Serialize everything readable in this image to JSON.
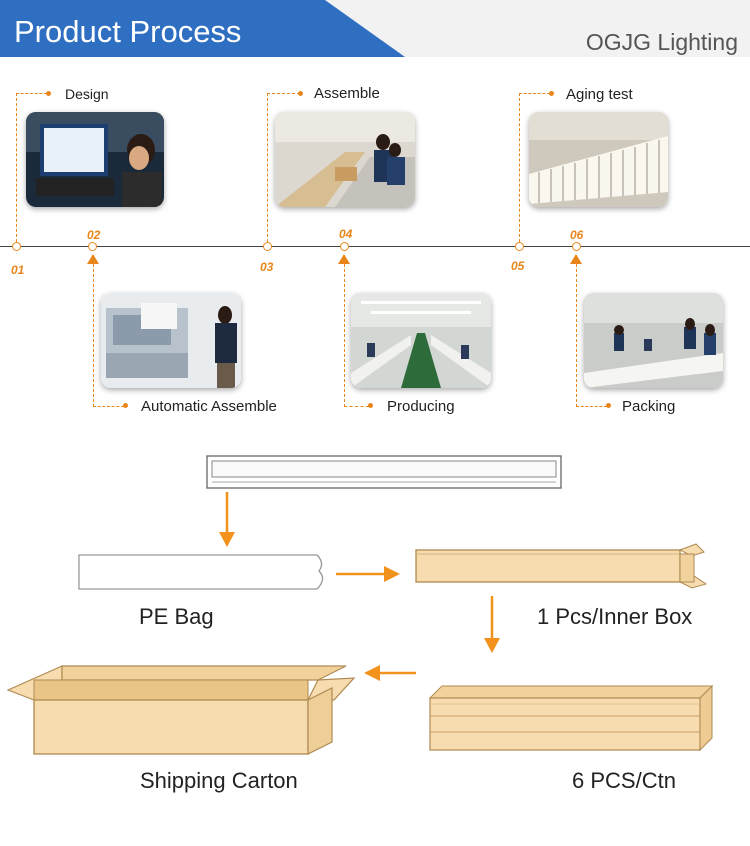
{
  "header": {
    "title": "Product Process",
    "brand": "OGJG Lighting"
  },
  "steps": [
    {
      "num": "01",
      "label": "Design",
      "photo": "designer-at-computer-photo"
    },
    {
      "num": "02",
      "label": "Automatic Assemble",
      "photo": "automatic-assembly-machine-photo"
    },
    {
      "num": "03",
      "label": "Assemble",
      "photo": "assembly-line-photo"
    },
    {
      "num": "04",
      "label": "Producing",
      "photo": "production-floor-photo"
    },
    {
      "num": "05",
      "label": "Aging test",
      "photo": "aging-test-rack-photo"
    },
    {
      "num": "06",
      "label": "Packing",
      "photo": "packing-workers-photo"
    }
  ],
  "packaging": {
    "pe_bag": "PE Bag",
    "inner_box": "1 Pcs/Inner Box",
    "carton_count": "6 PCS/Ctn",
    "shipping_carton": "Shipping Carton"
  },
  "colors": {
    "header_blue": "#2f6fc1",
    "accent_orange": "#e8861c",
    "box_kraft": "#f6dcae"
  }
}
